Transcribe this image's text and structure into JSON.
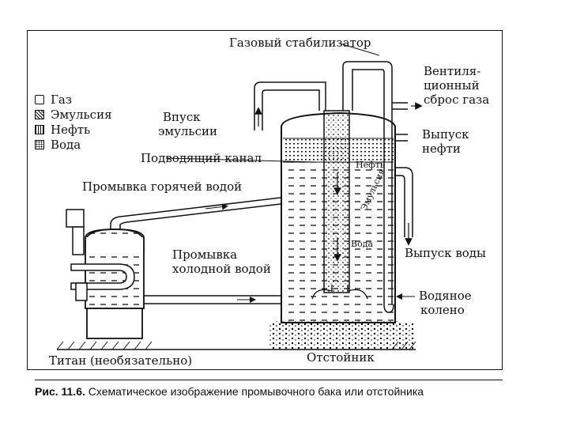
{
  "legend": {
    "items": [
      {
        "key": "gas",
        "label": "Газ"
      },
      {
        "key": "emulsion",
        "label": "Эмульсия"
      },
      {
        "key": "oil",
        "label": "Нефть"
      },
      {
        "key": "water",
        "label": "Вода"
      }
    ]
  },
  "labels": {
    "gas_stabilizer": "Газовый стабилизатор",
    "vent_1": "Вентиля-",
    "vent_2": "ционный",
    "vent_3": "сброс газа",
    "inlet_1": "Впуск",
    "inlet_2": "эмульсии",
    "supply_channel": "Подводящий канал",
    "hot_wash": "Промывка горячей водой",
    "cold_wash_1": "Промывка",
    "cold_wash_2": "холодной водой",
    "oil_outlet_1": "Выпуск",
    "oil_outlet_2": "нефти",
    "water_outlet": "Выпуск воды",
    "water_elbow_1": "Водяное",
    "water_elbow_2": "колено",
    "inner_oil": "Нефть",
    "inner_emulsion": "Эмульсия",
    "inner_water": "Вода",
    "titan": "Титан (необязательно)",
    "settler": "Отстойник"
  },
  "caption": {
    "prefix": "Рис. 11.6.",
    "text": " Схематическое изображение промывочного бака или отстойника"
  }
}
